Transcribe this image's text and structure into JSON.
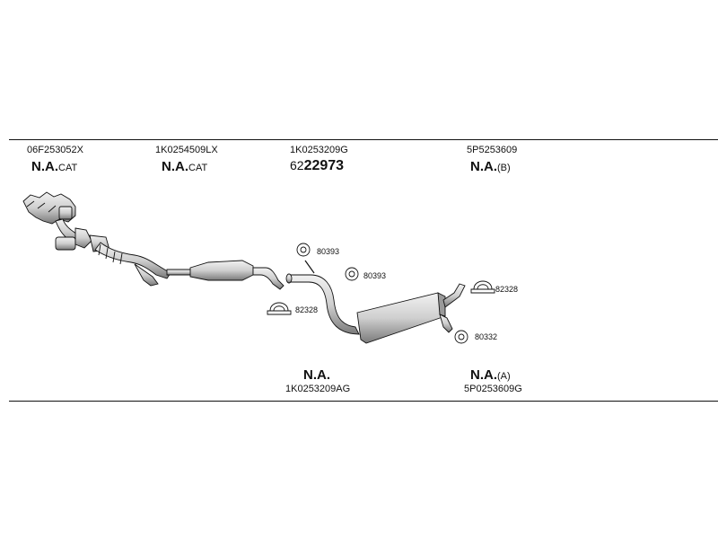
{
  "top_labels": [
    {
      "part_number": "06F253052X",
      "name": "N.A.",
      "suffix": "CAT"
    },
    {
      "part_number": "1K0254509LX",
      "name": "N.A.",
      "suffix": "CAT"
    },
    {
      "part_number": "1K0253209G",
      "number_prefix": "62",
      "number_main": "22973"
    },
    {
      "part_number": "5P5253609",
      "name": "N.A.",
      "suffix": "(B)"
    }
  ],
  "bottom_labels": [
    {
      "name": "N.A.",
      "suffix": "",
      "part_number": "1K0253209AG"
    },
    {
      "name": "N.A.",
      "suffix": "(A)",
      "part_number": "5P0253609G"
    }
  ],
  "callouts": {
    "nut_1": "80393",
    "nut_2": "80393",
    "clamp_left": "82328",
    "clamp_right": "82328",
    "hanger": "80332"
  },
  "colors": {
    "line": "#111111",
    "part_fill": "#d9d9d9",
    "part_shade": "#9a9a9a"
  }
}
